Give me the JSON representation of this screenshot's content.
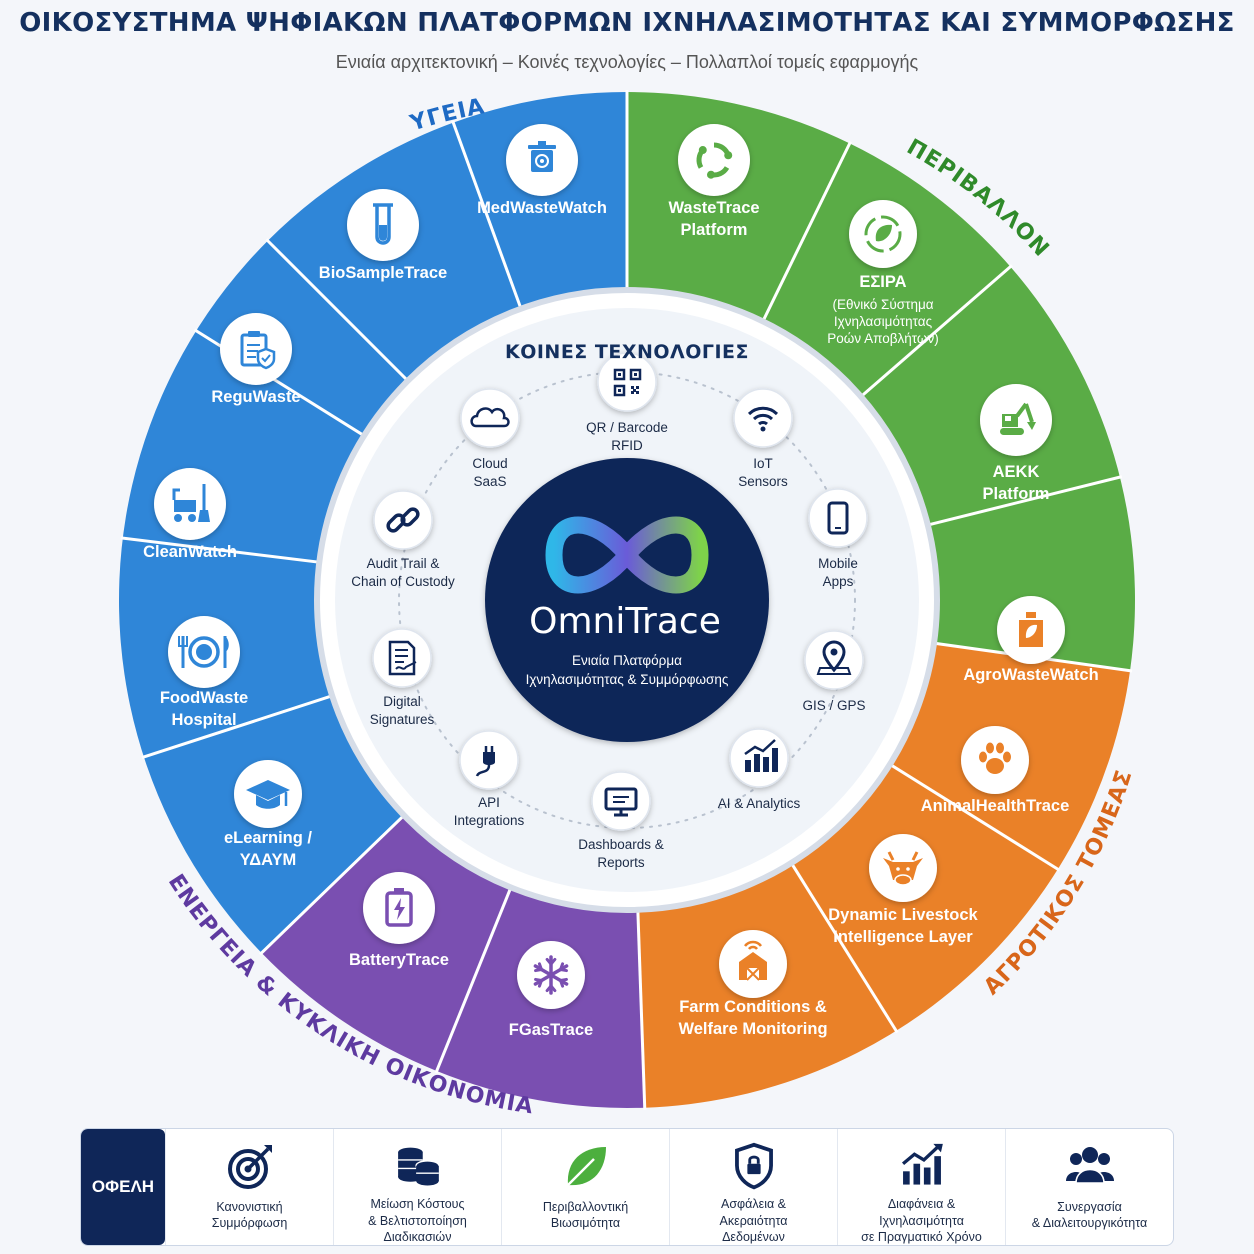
{
  "header": {
    "title": "ΟΙΚΟΣΥΣΤΗΜΑ ΨΗΦΙΑΚΩΝ ΠΛΑΤΦΟΡΜΩΝ ΙΧΝΗΛΑΣΙΜΟΤΗΤΑΣ ΚΑΙ ΣΥΜΜΟΡΦΩΣΗΣ",
    "subtitle": "Ενιαία αρχιτεκτονική – Κοινές τεχνολογίες – Πολλαπλοί τομείς εφαρμογής"
  },
  "colors": {
    "health": "#2f86d8",
    "environment": "#5aac46",
    "agriculture": "#ea8128",
    "energy": "#7a4fb1",
    "navy": "#0f2658"
  },
  "sectors": [
    {
      "name": "ΥΓΕΙΑ",
      "color": "#2f86d8",
      "text_color": "#1e6ac4"
    },
    {
      "name": "ΠΕΡΙΒΑΛΛΟΝ",
      "color": "#5aac46",
      "text_color": "#2f8a2a"
    },
    {
      "name": "ΑΓΡΟΤΙΚΟΣ ΤΟΜΕΑΣ",
      "color": "#ea8128",
      "text_color": "#d8661a"
    },
    {
      "name": "ΕΝΕΡΓΕΙΑ & ΚΥΚΛΙΚΗ ΟΙΚΟΝΟΜΙΑ",
      "color": "#7a4fb1",
      "text_color": "#5e3aa0"
    }
  ],
  "platforms": [
    {
      "lines": [
        "MedWasteWatch"
      ],
      "icon": "biohazard-bin-icon"
    },
    {
      "lines": [
        "WasteTrace",
        "Platform"
      ],
      "icon": "recycle-icon"
    },
    {
      "lines": [
        "ΕΣΙΡΑ",
        "(Εθνικό Σύστημα",
        "Ιχνηλασιμότητας",
        "Ροών Αποβλήτων)"
      ],
      "icon": "eco-cycle-icon"
    },
    {
      "lines": [
        "ΑΕΚΚ",
        "Platform"
      ],
      "icon": "excavator-icon"
    },
    {
      "lines": [
        "AgroWasteWatch"
      ],
      "icon": "fertilizer-bottle-icon"
    },
    {
      "lines": [
        "AnimalHealthTrace"
      ],
      "icon": "paw-icon"
    },
    {
      "lines": [
        "Dynamic Livestock",
        "Intelligence Layer"
      ],
      "icon": "cow-icon"
    },
    {
      "lines": [
        "Farm Conditions &",
        "Welfare Monitoring"
      ],
      "icon": "barn-icon"
    },
    {
      "lines": [
        "FGasTrace"
      ],
      "icon": "snowflake-icon"
    },
    {
      "lines": [
        "BatteryTrace"
      ],
      "icon": "battery-icon"
    },
    {
      "lines": [
        "eLearning /",
        "ΥΔΑΥΜ"
      ],
      "icon": "graduation-cap-icon"
    },
    {
      "lines": [
        "FoodWaste",
        "Hospital"
      ],
      "icon": "plate-icon"
    },
    {
      "lines": [
        "CleanWatch"
      ],
      "icon": "cleaning-cart-icon"
    },
    {
      "lines": [
        "ReguWaste"
      ],
      "icon": "clipboard-shield-icon"
    },
    {
      "lines": [
        "BioSampleTrace"
      ],
      "icon": "test-tube-icon"
    }
  ],
  "technologies": {
    "title": "ΚΟΙΝΕΣ ΤΕΧΝΟΛΟΓΙΕΣ",
    "items": [
      {
        "lines": [
          "QR / Barcode",
          "RFID"
        ],
        "icon": "qr-code-icon"
      },
      {
        "lines": [
          "IoT",
          "Sensors"
        ],
        "icon": "wifi-icon"
      },
      {
        "lines": [
          "Mobile",
          "Apps"
        ],
        "icon": "phone-icon"
      },
      {
        "lines": [
          "GIS / GPS"
        ],
        "icon": "map-pin-icon"
      },
      {
        "lines": [
          "AI & Analytics"
        ],
        "icon": "bar-chart-icon"
      },
      {
        "lines": [
          "Dashboards &",
          "Reports"
        ],
        "icon": "monitor-icon"
      },
      {
        "lines": [
          "API",
          "Integrations"
        ],
        "icon": "plug-icon"
      },
      {
        "lines": [
          "Digital",
          "Signatures"
        ],
        "icon": "signed-document-icon"
      },
      {
        "lines": [
          "Audit Trail &",
          "Chain of Custody"
        ],
        "icon": "chain-link-icon"
      },
      {
        "lines": [
          "Cloud",
          "SaaS"
        ],
        "icon": "cloud-icon"
      }
    ]
  },
  "core": {
    "name": "OmniTrace",
    "tagline_1": "Ενιαία Πλατφόρμα",
    "tagline_2": "Ιχνηλασιμότητας & Συμμόρφωσης",
    "icon": "infinity-logo-icon"
  },
  "benefits": {
    "label": "ΟΦΕΛΗ",
    "items": [
      {
        "text": "Κανονιστική\nΣυμμόρφωση",
        "icon": "target-icon"
      },
      {
        "text": "Μείωση Κόστους\n& Βελτιστοποίηση\nΔιαδικασιών",
        "icon": "coins-icon"
      },
      {
        "text": "Περιβαλλοντική\nΒιωσιμότητα",
        "icon": "leaf-icon"
      },
      {
        "text": "Ασφάλεια &\nΑκεραιότητα\nΔεδομένων",
        "icon": "shield-lock-icon"
      },
      {
        "text": "Διαφάνεια &\nΙχνηλασιμότητα\nσε Πραγματικό Χρόνο",
        "icon": "growth-chart-icon"
      },
      {
        "text": "Συνεργασία\n& Διαλειτουργικότητα",
        "icon": "people-icon"
      }
    ]
  }
}
